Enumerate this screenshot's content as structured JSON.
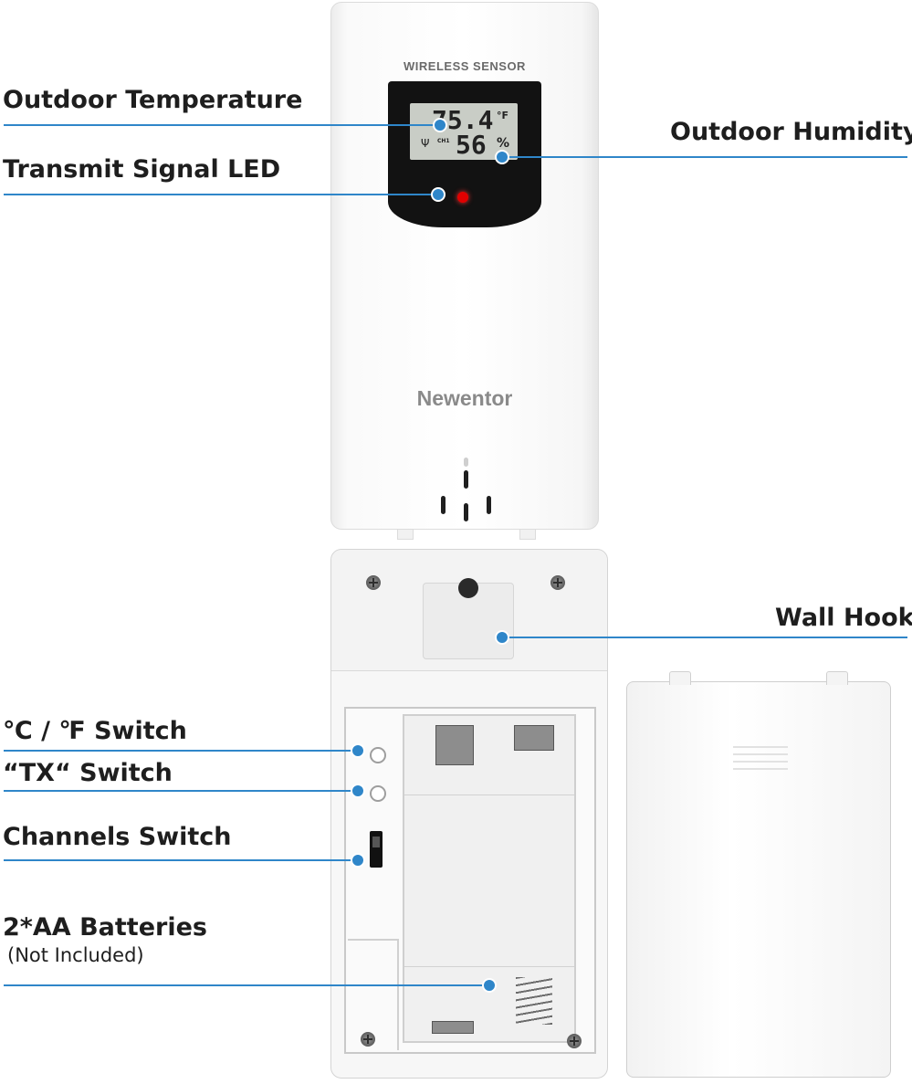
{
  "device": {
    "front_label": "WIRELESS SENSOR",
    "lcd": {
      "temperature": "75.4",
      "temp_unit": "°F",
      "channel": "CH1",
      "humidity": "56",
      "humidity_unit": "%"
    },
    "brand": "Newentor"
  },
  "callouts": {
    "outdoor_temperature": "Outdoor Temperature",
    "transmit_signal_led": "Transmit Signal LED",
    "outdoor_humidity": "Outdoor Humidity",
    "wall_hook": "Wall Hook",
    "c_f_switch": "℃ / ℉ Switch",
    "tx_switch": "“TX“ Switch",
    "channels_switch": "Channels Switch",
    "batteries": "2*AA Batteries",
    "batteries_note": "(Not Included)"
  },
  "colors": {
    "leader": "#2f86c9",
    "led": "#e10000"
  }
}
